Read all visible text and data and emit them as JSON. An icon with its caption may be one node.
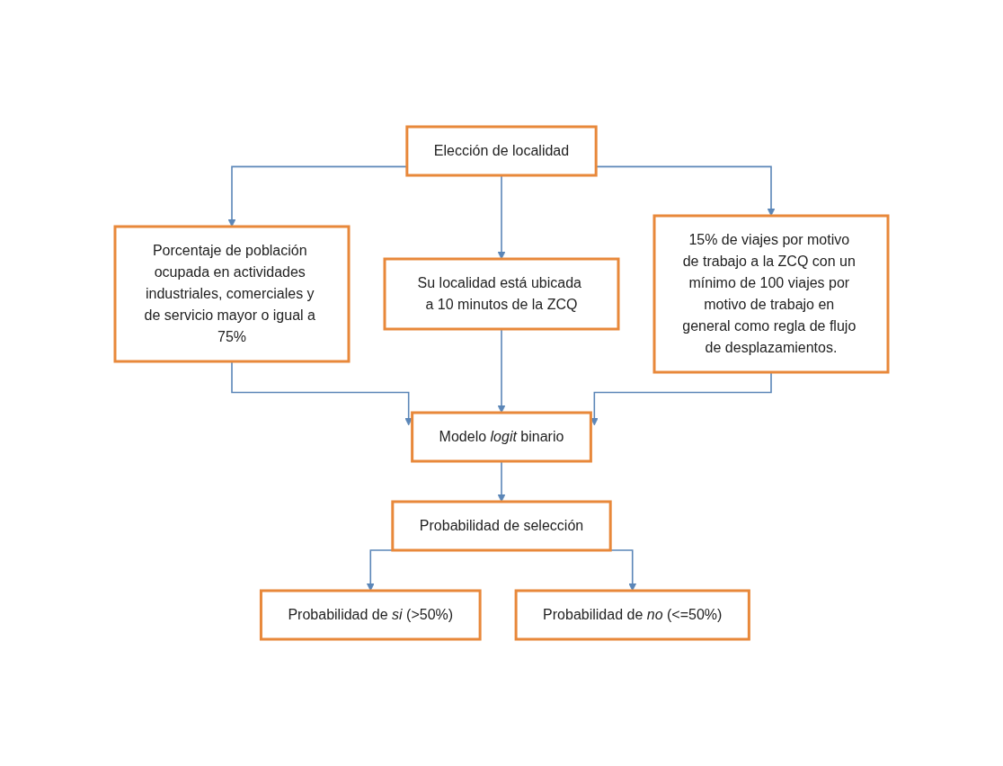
{
  "diagram": {
    "nodes": [
      {
        "text": [
          "Elección de localidad"
        ]
      },
      {
        "text": [
          "Porcentaje de población ocupada en actividades industriales, comerciales y de servicio mayor o igual a 75%"
        ]
      },
      {
        "text": [
          "Su localidad está ubicada a 10 minutos de la ZCQ"
        ]
      },
      {
        "text": [
          "15% de viajes por motivo de trabajo a la ZCQ con un mínimo de 100 viajes por motivo de trabajo en general como regla de flujo de desplazamientos."
        ]
      },
      {
        "text": [
          "Modelo *logit* binario"
        ]
      },
      {
        "text": [
          "Probabilidad de selección"
        ]
      },
      {
        "text": [
          "Probabilidad de *si* (>50%)"
        ]
      },
      {
        "text": [
          "Probabilidad de *no* (<=50%)"
        ]
      }
    ],
    "edges": [
      {
        "from": 0,
        "to": 1,
        "arrow": "to"
      },
      {
        "from": 0,
        "to": 2,
        "arrow": "to"
      },
      {
        "from": 0,
        "to": 3,
        "arrow": "to"
      },
      {
        "from": 1,
        "to": 4,
        "arrow": "to"
      },
      {
        "from": 2,
        "to": 4,
        "arrow": "to"
      },
      {
        "from": 3,
        "to": 4,
        "arrow": "to"
      },
      {
        "from": 4,
        "to": 5,
        "arrow": "to"
      },
      {
        "from": 5,
        "to": 6,
        "arrow": "to"
      },
      {
        "from": 5,
        "to": 7,
        "arrow": "to"
      }
    ]
  }
}
